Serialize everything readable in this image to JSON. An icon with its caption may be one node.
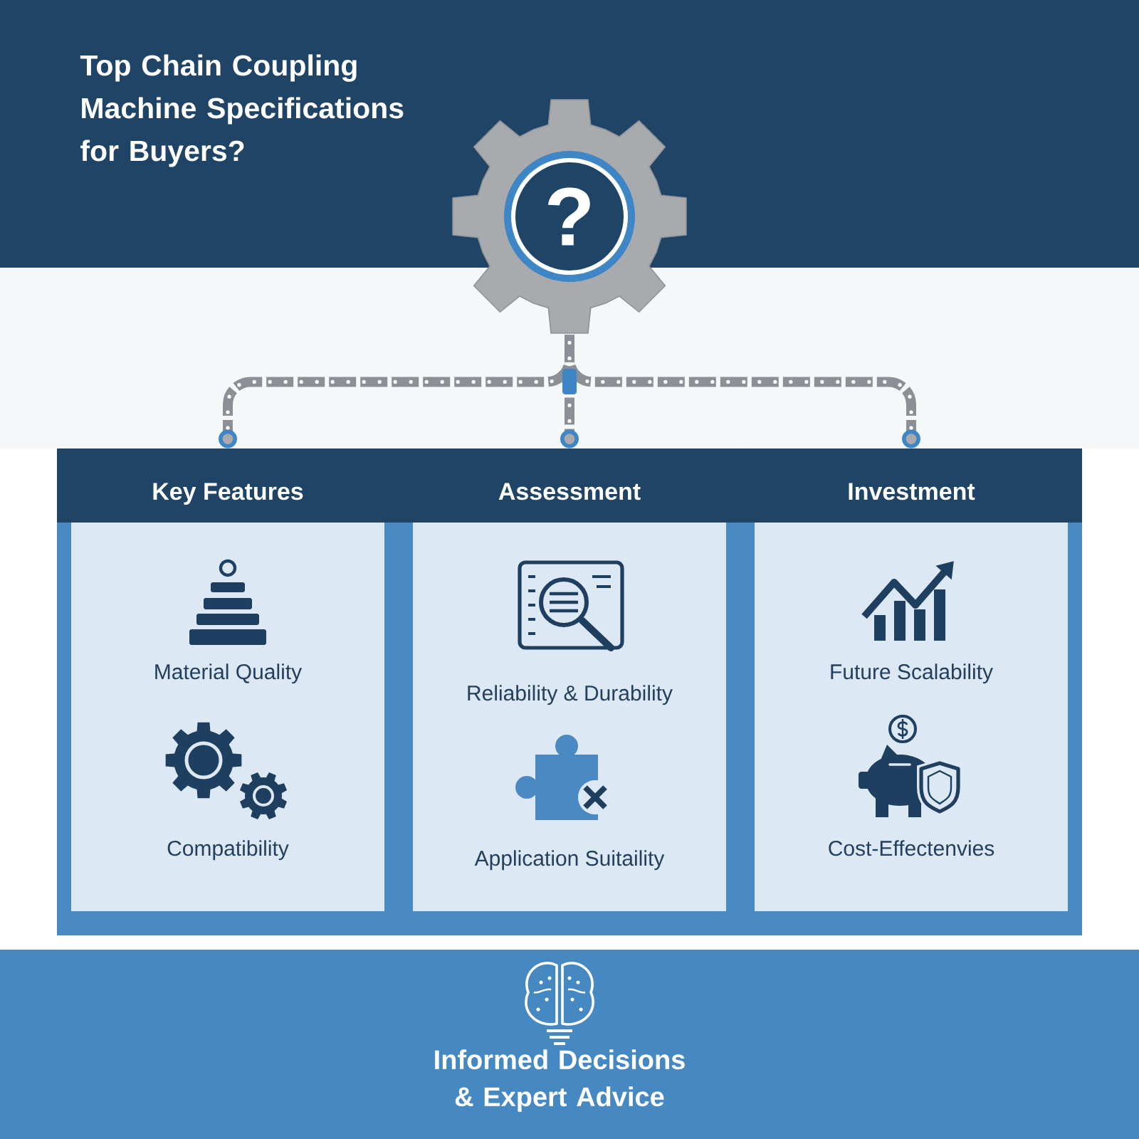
{
  "diagram": {
    "title": "Top Chain Coupling Machine Specifications for Buyers?",
    "nodes": [
      {
        "text": [
          "?"
        ]
      },
      {
        "text": [
          "Key Features",
          "Material Quality",
          "Compatibility"
        ]
      },
      {
        "text": [
          "Assessment",
          "Reliability & Durability",
          "Application Suitaility"
        ]
      },
      {
        "text": [
          "Investment",
          "Future Scalability",
          "Cost-Effectenvies"
        ]
      },
      {
        "text": [
          "Informed Decisions & Expert Advice"
        ]
      }
    ],
    "edges": [
      {
        "from": 0,
        "to": 1,
        "arrow": "other"
      },
      {
        "from": 0,
        "to": 2,
        "arrow": "other"
      },
      {
        "from": 0,
        "to": 3,
        "arrow": "other"
      }
    ]
  }
}
